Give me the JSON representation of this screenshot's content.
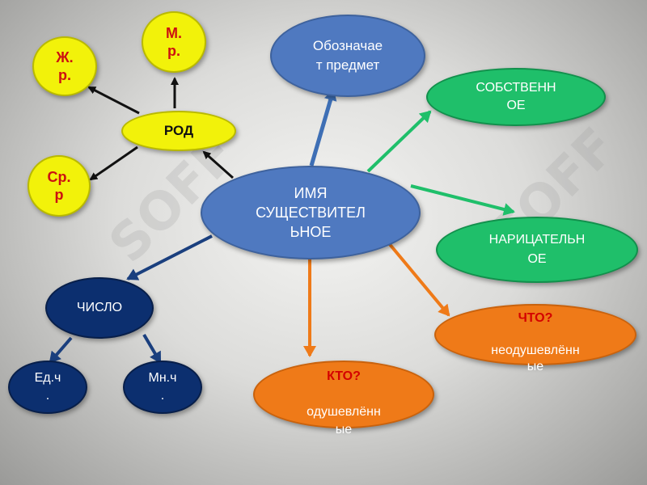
{
  "center": {
    "text": "ИМЯ\nСУЩЕСТВИТЕЛ\nЬНОЕ"
  },
  "meaning": {
    "text": "Обозначае\nт предмет"
  },
  "proper": {
    "text": "СОБСТВЕНН\nОЕ"
  },
  "common": {
    "text": "НАРИЦАТЕЛЬН\nОЕ"
  },
  "inanimate": {
    "question": "ЧТО?",
    "text": "неодушевлённ\nые"
  },
  "animate": {
    "question": "КТО?",
    "text": "одушевлённ\nые"
  },
  "gender": {
    "label": "РОД",
    "feminine": "Ж.\nр.",
    "masculine": "М.\nр.",
    "neuter": "Ср.\nр"
  },
  "number": {
    "label": "ЧИСЛО",
    "singular": "Ед.ч\n.",
    "plural": "Мн.ч\n."
  },
  "watermark": "SOFF",
  "colors": {
    "blue": "#4f79c0",
    "green": "#1fbf6a",
    "orange": "#ef7a18",
    "yellow": "#f2f20a",
    "navy": "#0c2f6f",
    "red_text": "#cc1111"
  }
}
